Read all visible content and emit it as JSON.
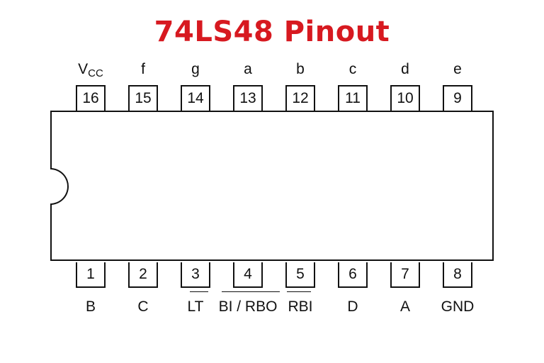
{
  "title": "74LS48 Pinout",
  "top_pins": [
    {
      "number": "16",
      "label_main": "V",
      "label_sub": "CC"
    },
    {
      "number": "15",
      "label": "f"
    },
    {
      "number": "14",
      "label": "g"
    },
    {
      "number": "13",
      "label": "a"
    },
    {
      "number": "12",
      "label": "b"
    },
    {
      "number": "11",
      "label": "c"
    },
    {
      "number": "10",
      "label": "d"
    },
    {
      "number": "9",
      "label": "e"
    }
  ],
  "bottom_pins": [
    {
      "number": "1",
      "label": "B"
    },
    {
      "number": "2",
      "label": "C"
    },
    {
      "number": "3",
      "label": "LT"
    },
    {
      "number": "4",
      "label": "BI / RBO"
    },
    {
      "number": "5",
      "label": "RBI"
    },
    {
      "number": "6",
      "label": "D"
    },
    {
      "number": "7",
      "label": "A"
    },
    {
      "number": "8",
      "label": "GND"
    }
  ]
}
